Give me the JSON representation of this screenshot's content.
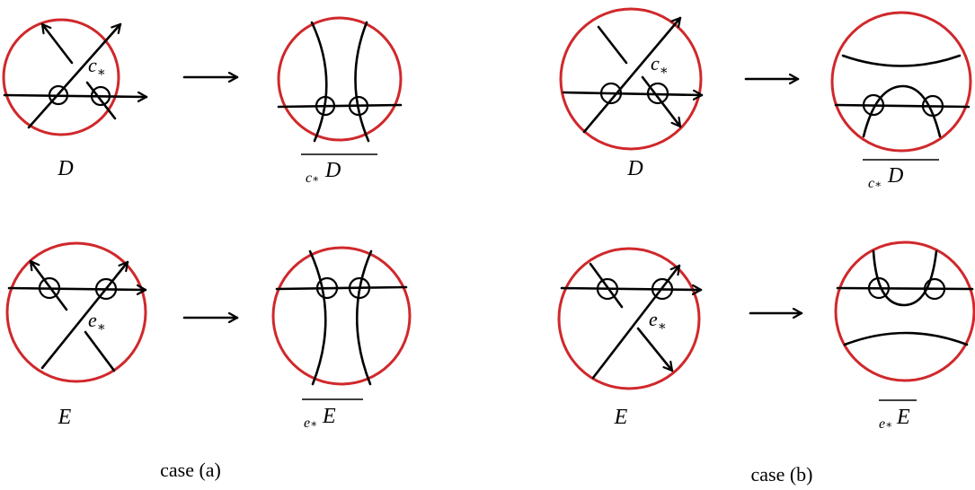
{
  "colors": {
    "disk": "#d0282b",
    "strand": "#000000"
  },
  "case_a": {
    "top": {
      "left_label": "D",
      "right_label": "D",
      "crossing_label": "c",
      "star": "∗",
      "subscript_base": "c",
      "subscript_star": "∗"
    },
    "bottom": {
      "left_label": "E",
      "right_label": "E",
      "crossing_label": "e",
      "star": "∗",
      "subscript_base": "e",
      "subscript_star": "∗"
    },
    "caption": "case (a)"
  },
  "case_b": {
    "top": {
      "left_label": "D",
      "right_label": "D",
      "crossing_label": "c",
      "star": "∗",
      "subscript_base": "c",
      "subscript_star": "∗"
    },
    "bottom": {
      "left_label": "E",
      "right_label": "E",
      "crossing_label": "e",
      "star": "∗",
      "subscript_base": "e",
      "subscript_star": "∗"
    },
    "caption": "case (b)"
  }
}
